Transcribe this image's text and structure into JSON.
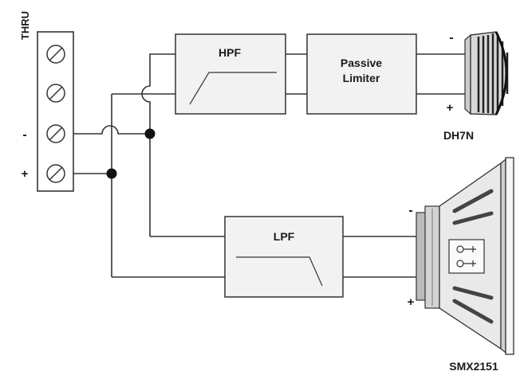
{
  "terminal": {
    "label": "THRU",
    "minus": "-",
    "plus": "+"
  },
  "filters": {
    "hpf": "HPF",
    "limiter_line1": "Passive",
    "limiter_line2": "Limiter",
    "lpf": "LPF"
  },
  "tweeter": {
    "name": "DH7N",
    "minus": "-",
    "plus": "+"
  },
  "woofer": {
    "name": "SMX2151",
    "minus": "-",
    "plus": "+"
  }
}
